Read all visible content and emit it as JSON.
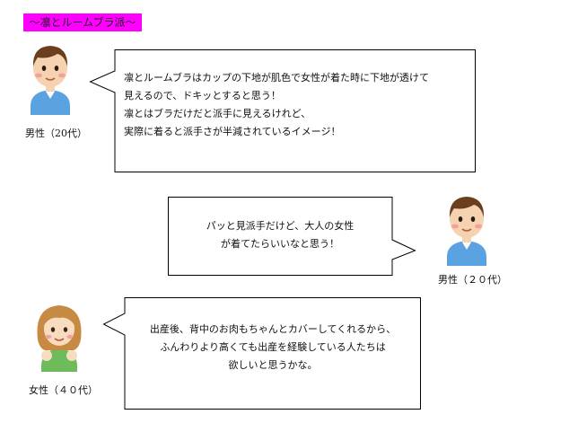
{
  "header": {
    "label": "～凛とルームブラ派～",
    "bg": "#ff00ff"
  },
  "comments": [
    {
      "speaker": "男性（20代）",
      "lines": [
        "凛とルームブラはカップの下地が肌色で女性が着た時に下地が透けて",
        "見えるので、ドキッとすると思う！",
        "凛とはブラだけだと派手に見えるけれど、",
        "実際に着ると派手さが半減されているイメージ！"
      ]
    },
    {
      "speaker": "男性（２０代）",
      "lines": [
        "パッと見派手だけど、大人の女性",
        "が着てたらいいなと思う！"
      ]
    },
    {
      "speaker": "女性（４０代）",
      "lines": [
        "出産後、背中のお肉もちゃんとカバーしてくれるから、",
        "ふんわりより高くても出産を経験している人たちは",
        "欲しいと思うかな。"
      ]
    }
  ]
}
